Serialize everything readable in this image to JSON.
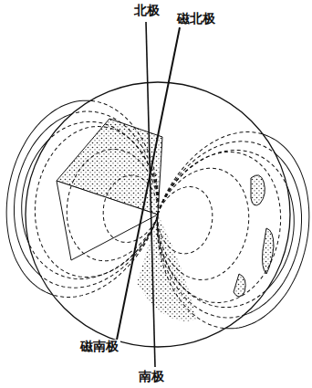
{
  "diagram": {
    "labels": [
      "北极",
      "磁北极",
      "磁南极",
      "南极"
    ]
  }
}
